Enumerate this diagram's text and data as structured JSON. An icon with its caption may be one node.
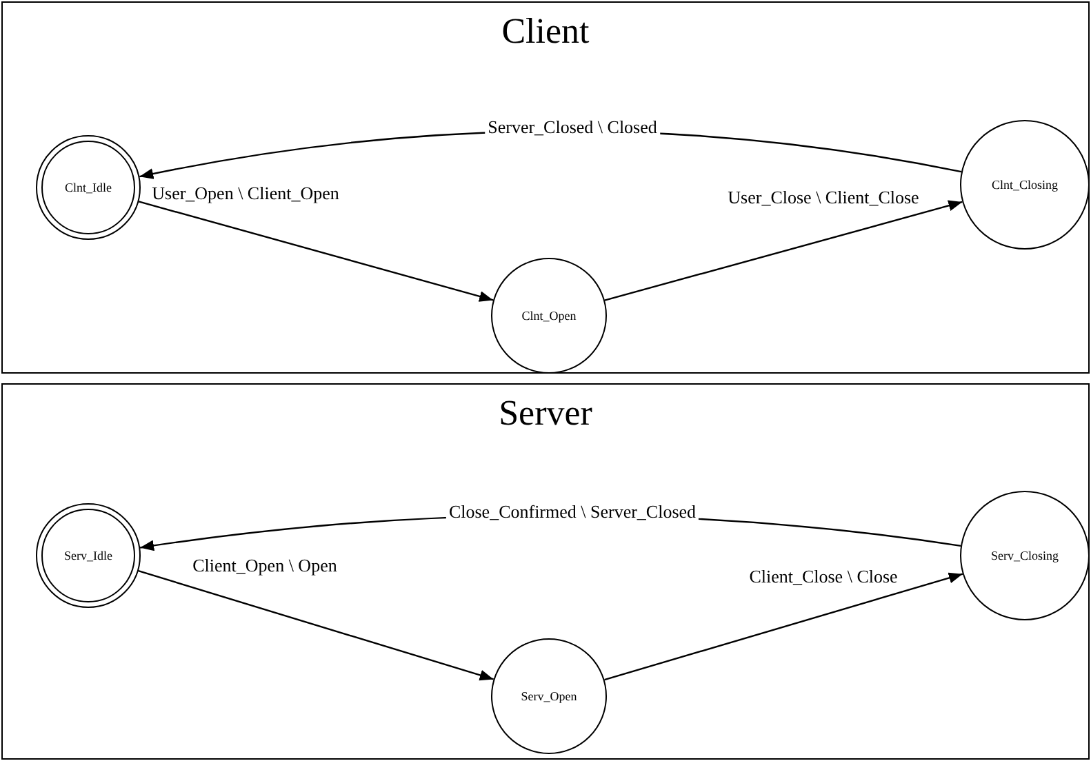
{
  "diagram": {
    "nodes": [
      {
        "text": [
          "Client"
        ]
      },
      {
        "text": [
          "Clnt_Idle"
        ],
        "in": 0
      },
      {
        "text": [
          "Clnt_Open"
        ],
        "in": 0
      },
      {
        "text": [
          "Clnt_Closing"
        ],
        "in": 0
      },
      {
        "text": [
          "Server"
        ]
      },
      {
        "text": [
          "Serv_Idle"
        ],
        "in": 4
      },
      {
        "text": [
          "Serv_Open"
        ],
        "in": 4
      },
      {
        "text": [
          "Serv_Closing"
        ],
        "in": 4
      }
    ],
    "edges": [
      {
        "from": 1,
        "to": 2,
        "arrow": "to",
        "label": "User_Open \\ Client_Open"
      },
      {
        "from": 2,
        "to": 3,
        "arrow": "to",
        "label": "User_Close \\ Client_Close"
      },
      {
        "from": 3,
        "to": 1,
        "arrow": "to",
        "label": "Server_Closed \\ Closed"
      },
      {
        "from": 5,
        "to": 6,
        "arrow": "to",
        "label": "Client_Open \\ Open"
      },
      {
        "from": 6,
        "to": 7,
        "arrow": "to",
        "label": "Client_Close \\ Close"
      },
      {
        "from": 7,
        "to": 5,
        "arrow": "to",
        "label": "Close_Confirmed \\ Server_Closed"
      }
    ]
  }
}
